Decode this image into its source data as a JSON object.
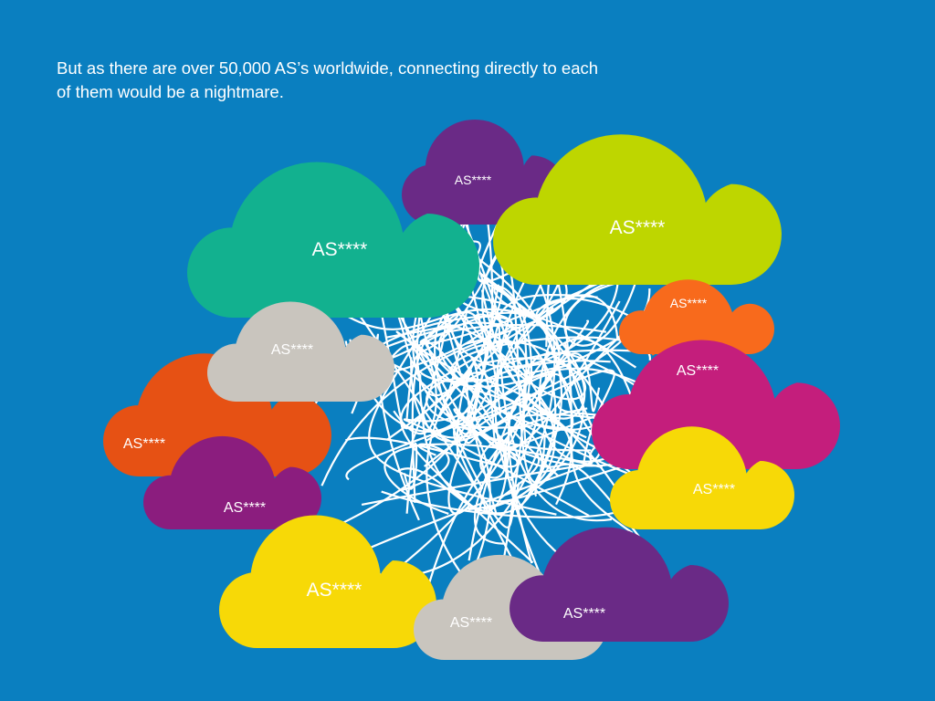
{
  "caption": "But as there are over 50,000 AS’s worldwide, connecting directly to each of them would be a nightmare.",
  "colors": {
    "background": "#0a7fc0",
    "lines": "#ffffff",
    "teal": "#12b18f",
    "purple": "#6a2a86",
    "lime": "#bed600",
    "orange": "#f86a1c",
    "red_orange": "#e65114",
    "magenta": "#c41e7c",
    "yellow": "#f7d907",
    "grey": "#c9c5be",
    "violet": "#8b1d7e"
  },
  "clouds": [
    {
      "id": "cloud-purple-top",
      "label": "AS****",
      "color": "#6a2a86"
    },
    {
      "id": "cloud-teal",
      "label": "AS****",
      "color": "#12b18f"
    },
    {
      "id": "cloud-lime",
      "label": "AS****",
      "color": "#bed600"
    },
    {
      "id": "cloud-orange-right",
      "label": "AS****",
      "color": "#f86a1c"
    },
    {
      "id": "cloud-magenta",
      "label": "AS****",
      "color": "#c41e7c"
    },
    {
      "id": "cloud-yellow-right",
      "label": "AS****",
      "color": "#f7d907"
    },
    {
      "id": "cloud-orange-left",
      "label": "AS****",
      "color": "#e65114"
    },
    {
      "id": "cloud-grey-left",
      "label": "AS****",
      "color": "#c9c5be"
    },
    {
      "id": "cloud-violet-left",
      "label": "AS****",
      "color": "#8b1d7e"
    },
    {
      "id": "cloud-yellow-bottom",
      "label": "AS****",
      "color": "#f7d907"
    },
    {
      "id": "cloud-grey-bottom",
      "label": "AS****",
      "color": "#c9c5be"
    },
    {
      "id": "cloud-purple-bottom",
      "label": "AS****",
      "color": "#6a2a86"
    }
  ]
}
